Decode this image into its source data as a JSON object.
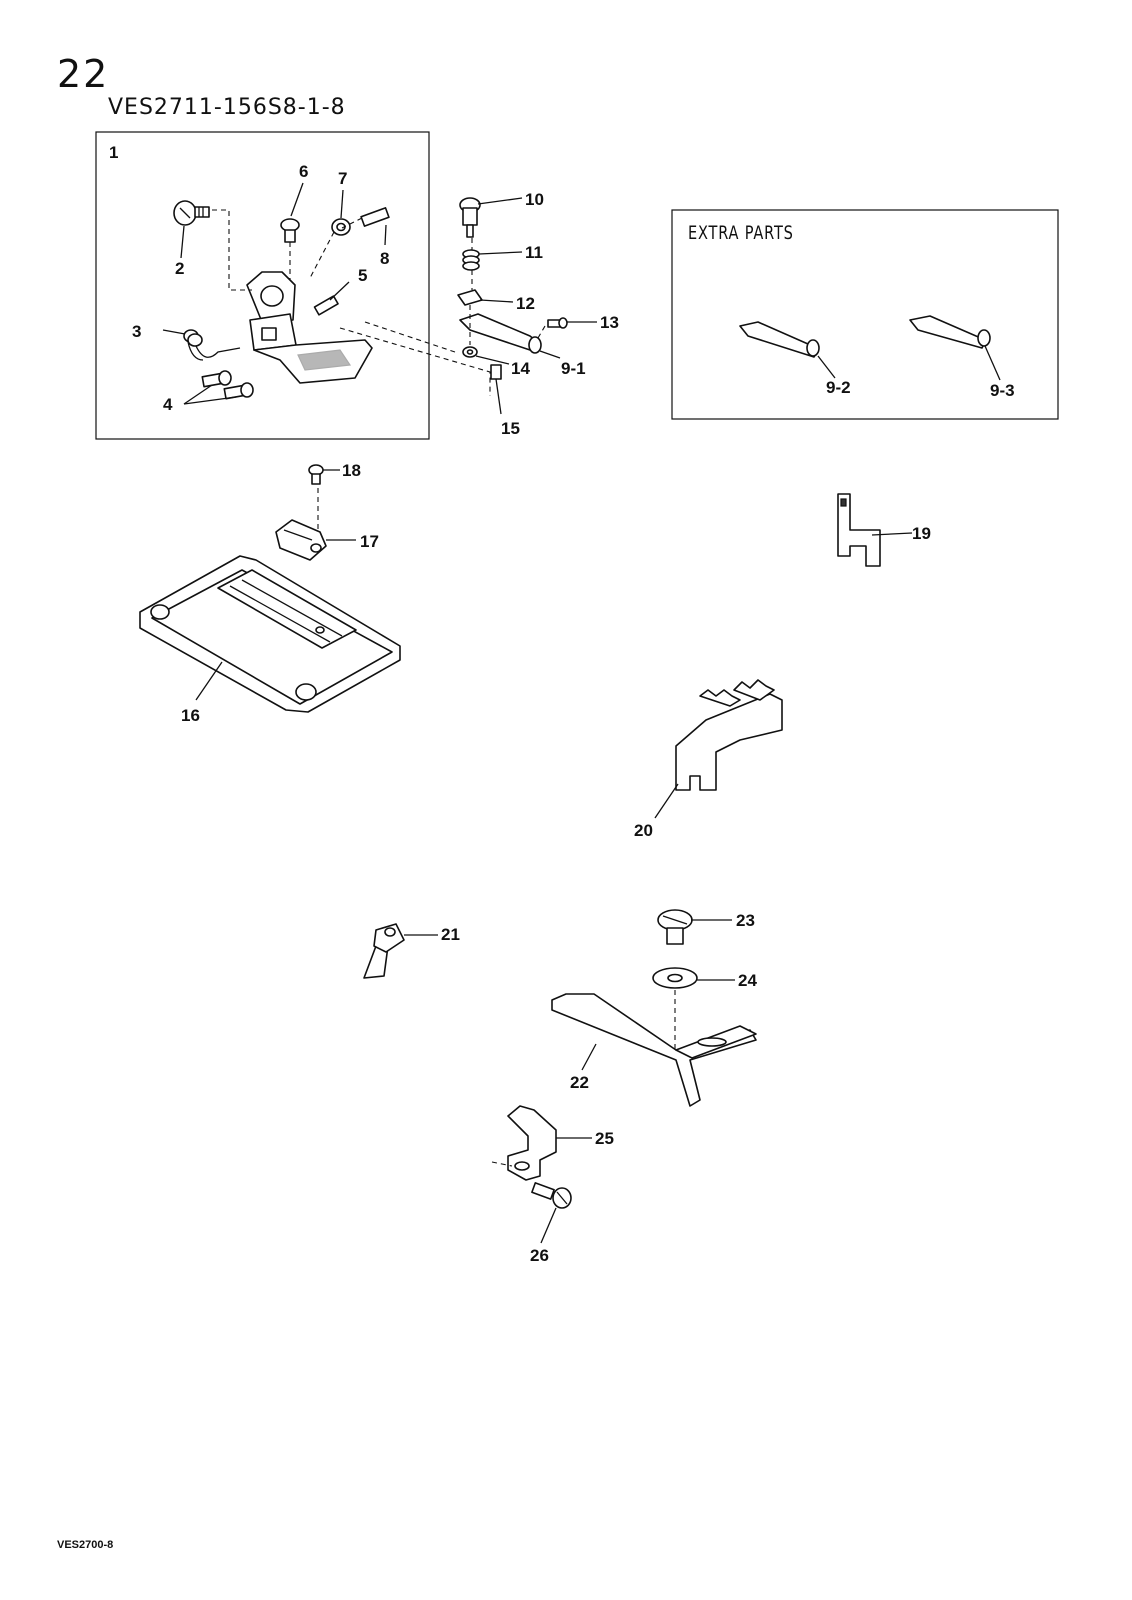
{
  "page_number": "22",
  "model_code": "VES2711-156S8-1-8",
  "extra_parts_title": "EXTRA PARTS",
  "footer_code": "VES2700-8",
  "labels": {
    "p1": "1",
    "p2": "2",
    "p3": "3",
    "p4": "4",
    "p5": "5",
    "p6": "6",
    "p7": "7",
    "p8": "8",
    "p9_1": "9-1",
    "p9_2": "9-2",
    "p9_3": "9-3",
    "p10": "10",
    "p11": "11",
    "p12": "12",
    "p13": "13",
    "p14": "14",
    "p15": "15",
    "p16": "16",
    "p17": "17",
    "p18": "18",
    "p19": "19",
    "p20": "20",
    "p21": "21",
    "p22": "22",
    "p23": "23",
    "p24": "24",
    "p25": "25",
    "p26": "26"
  }
}
